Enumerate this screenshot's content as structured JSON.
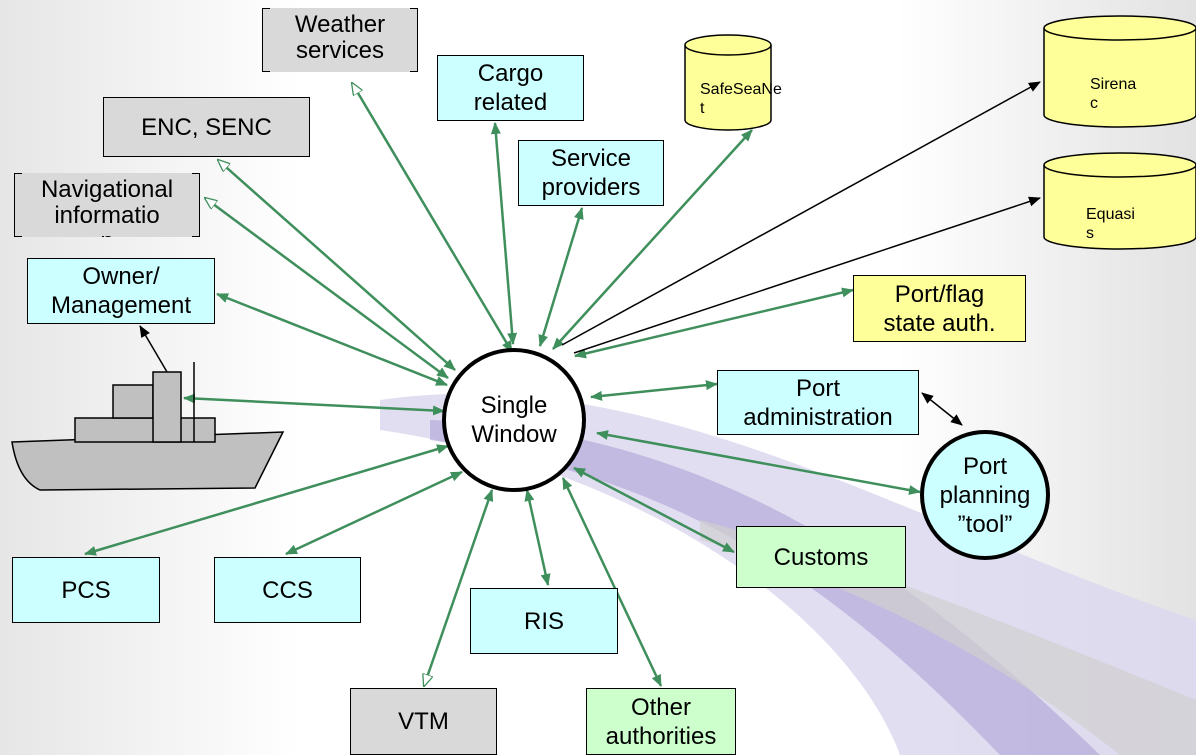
{
  "hub": "Single\nWindow",
  "nodes": {
    "weather": "Weather\nservices",
    "enc": "ENC, SENC",
    "navigational": "Navigational\ninformatio\nn",
    "cargo": "Cargo\nrelated",
    "service_providers": "Service\nproviders",
    "safeseanet": "SafeSeaNe\nt",
    "sirenac": "Sirena\nc",
    "equasis": "Equasi\ns",
    "port_flag": "Port/flag\nstate auth.",
    "owner": "Owner/\nManagement",
    "port_admin": "Port\nadministration",
    "port_planning": "Port\nplanning\n”tool”",
    "pcs": "PCS",
    "ccs": "CCS",
    "ris": "RIS",
    "customs": "Customs",
    "vtm": "VTM",
    "other": "Other\nauthorities"
  },
  "colors": {
    "green_arrow": "#3f8f5c",
    "cyan_box": "#ccffff",
    "grey_box": "#d9d9d9",
    "green_box": "#ccffcc",
    "yellow_box": "#ffff99",
    "ship": "#c0c0c0",
    "swoosh_purple": "#c8c0e0",
    "swoosh_violet": "#9080c0"
  }
}
